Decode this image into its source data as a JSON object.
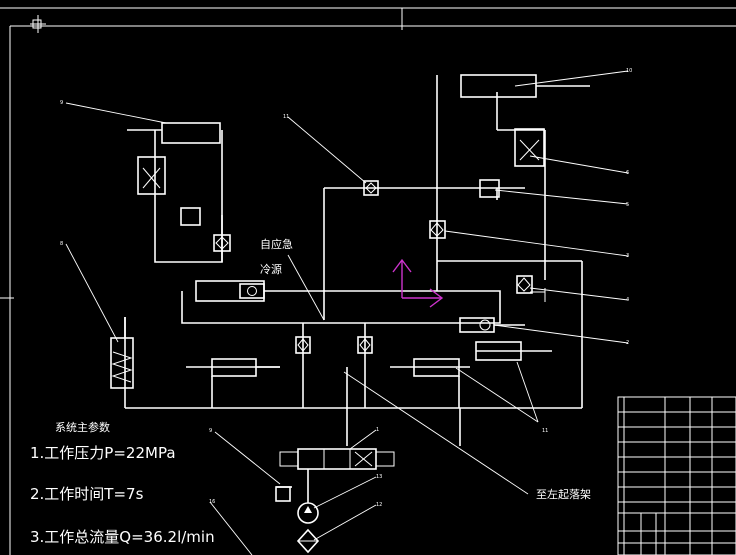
{
  "params": {
    "title": "系统主参数",
    "p": "1.工作压力P=22MPa",
    "t": "2.工作时间T=7s",
    "q": "3.工作总流量Q=36.2l/min"
  },
  "annotations": {
    "emergency": "自应急",
    "cooling": "冷源",
    "to_gear": "至左起落架"
  },
  "callouts": [
    {
      "id": "c9a",
      "text": "9"
    },
    {
      "id": "c8",
      "text": "8"
    },
    {
      "id": "c11a",
      "text": "11"
    },
    {
      "id": "c10",
      "text": "10"
    },
    {
      "id": "c6",
      "text": "6"
    },
    {
      "id": "c5",
      "text": "5"
    },
    {
      "id": "c3",
      "text": "3"
    },
    {
      "id": "c4",
      "text": "4"
    },
    {
      "id": "c2",
      "text": "2"
    },
    {
      "id": "c11b",
      "text": "11"
    },
    {
      "id": "c9b",
      "text": "9"
    },
    {
      "id": "c1",
      "text": "1"
    },
    {
      "id": "c16",
      "text": "16"
    },
    {
      "id": "c13",
      "text": "13"
    },
    {
      "id": "c12",
      "text": "12"
    }
  ],
  "colors": {
    "background": "#000000",
    "lines": "#ffffff",
    "ucs": "#cc33cc"
  }
}
